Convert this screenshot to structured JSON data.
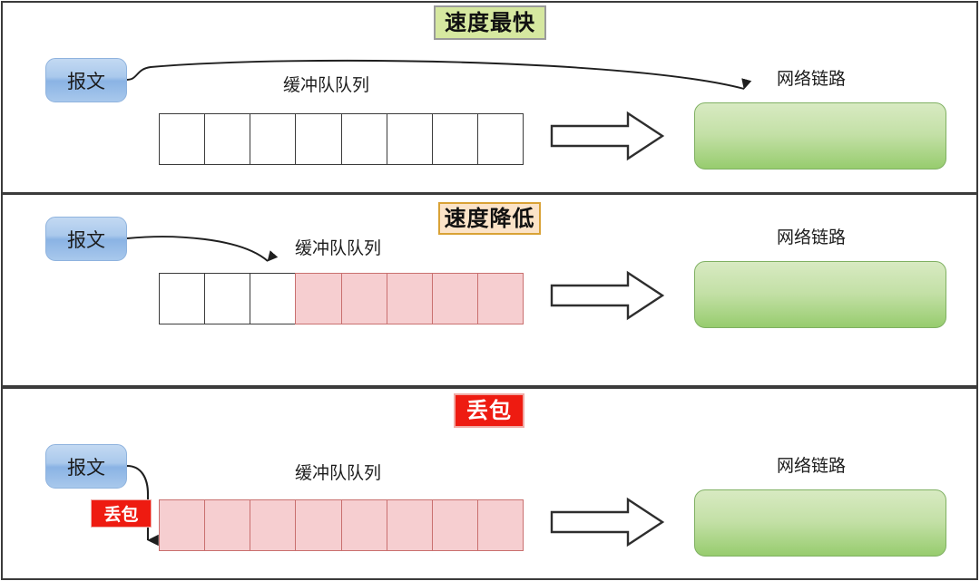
{
  "diagram": {
    "title_chips": {
      "fast": "速度最快",
      "slow": "速度降低",
      "drop": "丢包"
    },
    "labels": {
      "packet": "报文",
      "buffer_queue": "缓冲队队列",
      "network_link": "网络链路",
      "drop_badge": "丢包"
    },
    "colors": {
      "chip_fast_bg": "#d6e8a0",
      "chip_fast_border": "#9a9a9a",
      "chip_slow_bg": "#fbe3c8",
      "chip_slow_border": "#d9a236",
      "chip_drop_bg": "#ee1b11",
      "chip_drop_text": "#ffffff",
      "packet_box": "#aac9ec",
      "link_box": "#a8d67e",
      "queue_cell_empty": "#ffffff",
      "queue_cell_filled": "#f6ced0",
      "panel_border": "#3b3b3b"
    },
    "panels": [
      {
        "id": "panel-1",
        "status": "速度最快",
        "queue_total_cells": 8,
        "queue_filled_cells": 0,
        "packet_arrow_target": "network-link",
        "queue_label": "缓冲队队列",
        "link_label": "网络链路"
      },
      {
        "id": "panel-2",
        "status": "速度降低",
        "queue_total_cells": 8,
        "queue_filled_cells": 5,
        "packet_arrow_target": "buffer-queue-cell-3",
        "queue_label": "缓冲队队列",
        "link_label": "网络链路"
      },
      {
        "id": "panel-3",
        "status": "丢包",
        "queue_total_cells": 8,
        "queue_filled_cells": 8,
        "packet_arrow_target": "dropped",
        "queue_label": "缓冲队队列",
        "link_label": "网络链路",
        "drop_badge": "丢包"
      }
    ]
  }
}
